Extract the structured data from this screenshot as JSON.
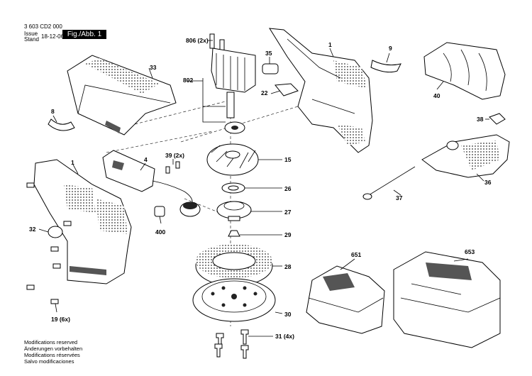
{
  "header": {
    "part_number": "3 603 CD2 000",
    "issue_label_en": "Issue",
    "issue_label_de": "Stand",
    "issue_date": "18-12-06",
    "figure_label": "Fig./Abb. 1"
  },
  "callouts": {
    "c806": "806 (2x)",
    "c802": "802",
    "c35": "35",
    "c1_top": "1",
    "c9": "9",
    "c33": "33",
    "c22": "22",
    "c40": "40",
    "c8": "8",
    "c38": "38",
    "c4": "4",
    "c39": "39 (2x)",
    "c15": "15",
    "c1_left": "1",
    "c26": "26",
    "c36": "36",
    "c37": "37",
    "c27": "27",
    "c32": "32",
    "c400": "400",
    "c29": "29",
    "c651": "651",
    "c653": "653",
    "c28": "28",
    "c19": "19 (6x)",
    "c30": "30",
    "c31": "31  (4x)"
  },
  "footer": {
    "line1": "Modifications reserved",
    "line2": "Änderungen vorbehalten",
    "line3": "Modifications réservées",
    "line4": "Salvo modificaciones"
  }
}
